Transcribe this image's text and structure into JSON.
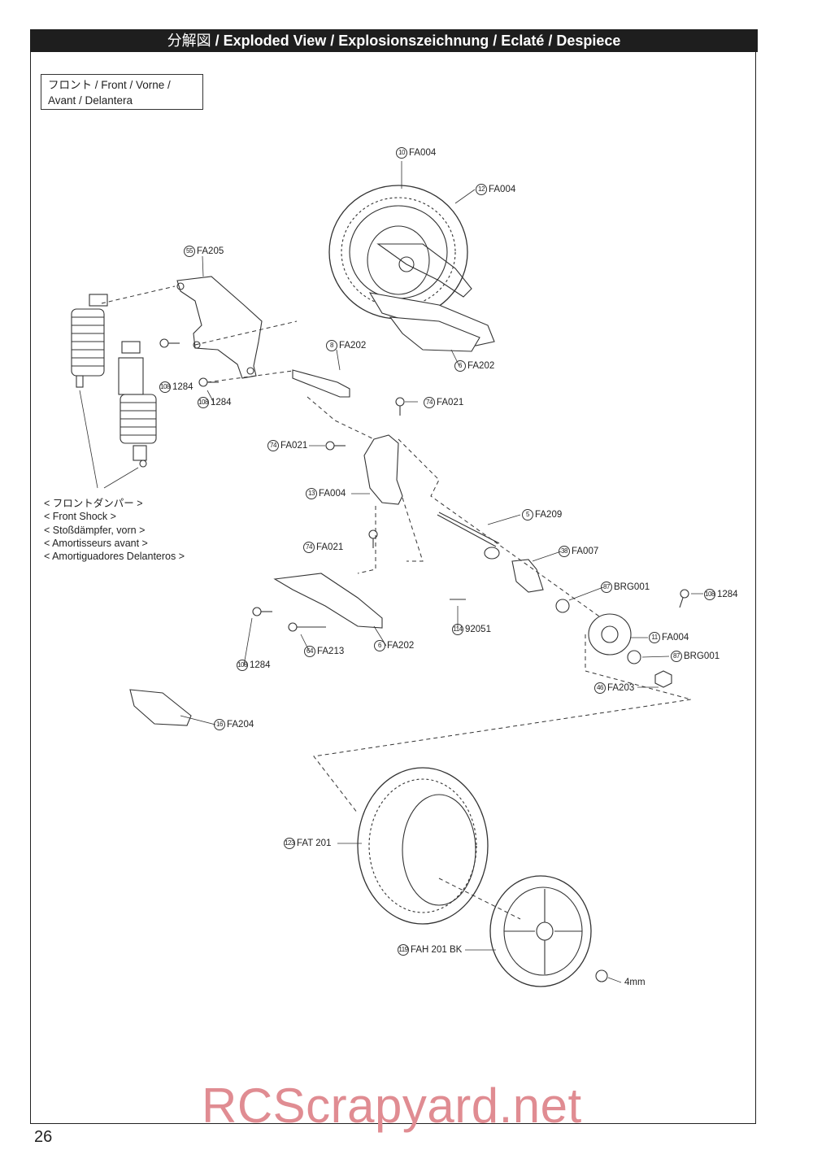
{
  "header": {
    "jp_title": "分解図",
    "title": " / Exploded View / Explosionszeichnung / Eclaté / Despiece"
  },
  "section": {
    "line1": "フロント /  Front / Vorne /",
    "line2": "Avant / Delantera"
  },
  "shock_caption": {
    "jp": "< フロントダンパー >",
    "en": "< Front Shock >",
    "de": "< Stoßdämpfer, vorn >",
    "fr": "< Amortisseurs avant >",
    "es": "< Amortiguadores Delanteros >"
  },
  "labels": [
    {
      "num": "10",
      "code": "FA004"
    },
    {
      "num": "12",
      "code": "FA004"
    },
    {
      "num": "55",
      "code": "FA205"
    },
    {
      "num": "8",
      "code": "FA202"
    },
    {
      "num": "6",
      "code": "FA202"
    },
    {
      "num": "108",
      "code": "1284"
    },
    {
      "num": "108",
      "code": "1284"
    },
    {
      "num": "74",
      "code": "FA021"
    },
    {
      "num": "74",
      "code": "FA021"
    },
    {
      "num": "13",
      "code": "FA004"
    },
    {
      "num": "5",
      "code": "FA209"
    },
    {
      "num": "74",
      "code": "FA021"
    },
    {
      "num": "38",
      "code": "FA007"
    },
    {
      "num": "87",
      "code": "BRG001"
    },
    {
      "num": "108",
      "code": "1284"
    },
    {
      "num": "114",
      "code": "92051"
    },
    {
      "num": "11",
      "code": "FA004"
    },
    {
      "num": "64",
      "code": "FA213"
    },
    {
      "num": "6",
      "code": "FA202"
    },
    {
      "num": "87",
      "code": "BRG001"
    },
    {
      "num": "108",
      "code": "1284"
    },
    {
      "num": "46",
      "code": "FA203"
    },
    {
      "num": "16",
      "code": "FA204"
    },
    {
      "num": "123",
      "code": "FAT 201"
    },
    {
      "num": "119",
      "code": "FAH 201 BK"
    },
    {
      "num": "",
      "code": "4mm"
    }
  ],
  "page_number": "26",
  "watermark": "RCScrapyard.net"
}
